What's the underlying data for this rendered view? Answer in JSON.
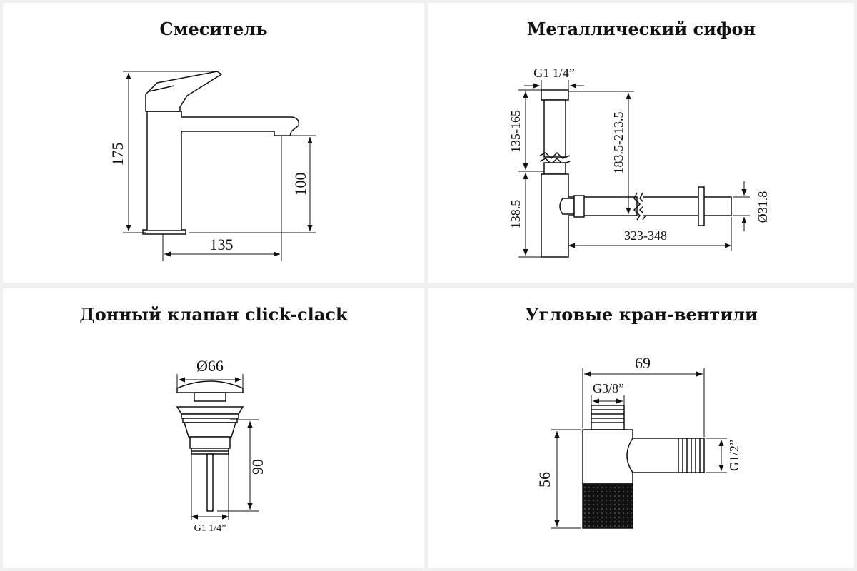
{
  "panels": {
    "mixer": {
      "title": "Смеситель",
      "dims": {
        "height_total": "175",
        "spout_height": "100",
        "spout_reach": "135"
      }
    },
    "siphon": {
      "title": "Металлический сифон",
      "dims": {
        "thread": "G1 1/4”",
        "upper_range": "135-165",
        "lower": "138.5",
        "drop": "183.5-213.5",
        "length": "323-348",
        "diameter": "Ø31.8"
      }
    },
    "valve": {
      "title": "Донный клапан click-clack",
      "dims": {
        "diameter": "Ø66",
        "height": "90",
        "thread": "G1 1/4”"
      }
    },
    "angle_valve": {
      "title": "Угловые кран-вентили",
      "dims": {
        "width": "69",
        "inlet": "G3/8”",
        "height": "56",
        "outlet": "G1/2”"
      }
    }
  }
}
